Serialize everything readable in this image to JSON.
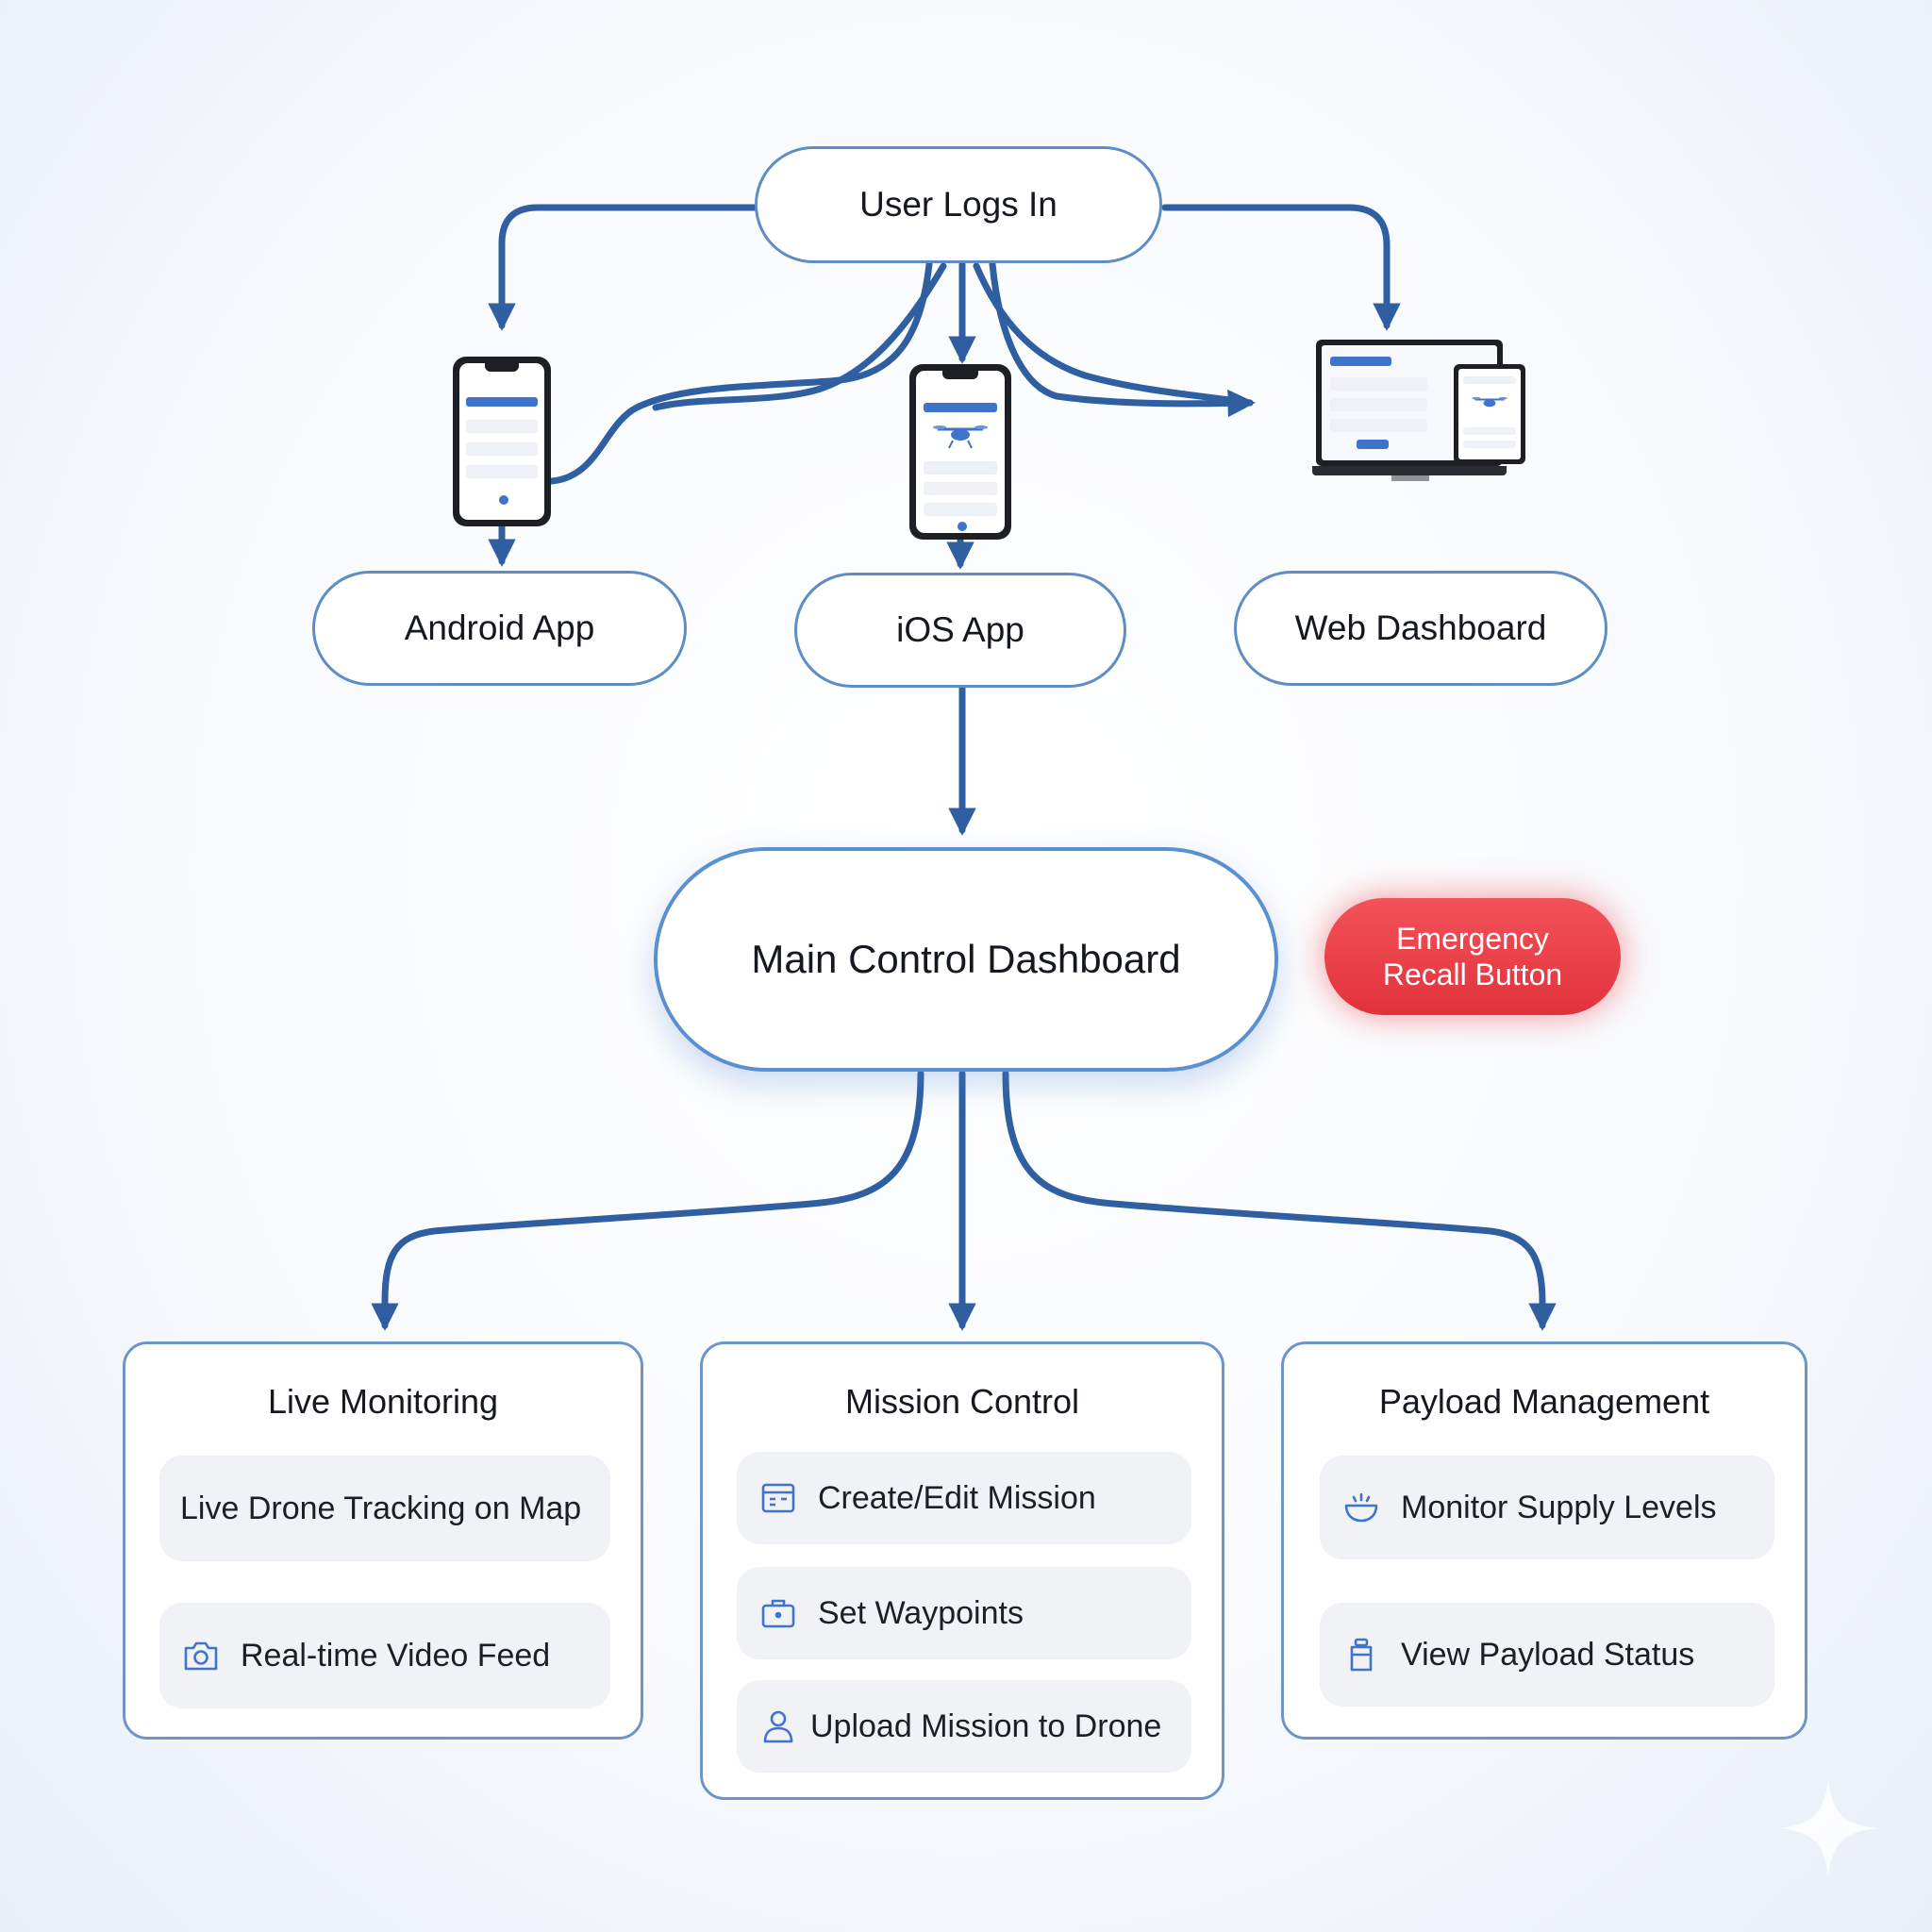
{
  "nodes": {
    "login": "User Logs In",
    "android": "Android App",
    "ios": "iOS App",
    "web": "Web Dashboard",
    "main": "Main Control Dashboard",
    "emergency_line1": "Emergency",
    "emergency_line2": "Recall Button"
  },
  "modules": [
    {
      "title": "Live Monitoring",
      "items": [
        {
          "label": "Live Drone Tracking on Map",
          "icon": "none"
        },
        {
          "label": "Real-time Video Feed",
          "icon": "camera-icon"
        }
      ]
    },
    {
      "title": "Mission Control",
      "items": [
        {
          "label": "Create/Edit Mission",
          "icon": "calendar-icon"
        },
        {
          "label": "Set Waypoints",
          "icon": "briefcase-icon"
        },
        {
          "label": "Upload Mission to Drone",
          "icon": "user-icon"
        }
      ]
    },
    {
      "title": "Payload Management",
      "items": [
        {
          "label": "Monitor Supply Levels",
          "icon": "supply-bowl-icon"
        },
        {
          "label": "View Payload Status",
          "icon": "container-icon"
        }
      ]
    }
  ],
  "colors": {
    "connector": "#2f5fa0",
    "node_border": "#5e8cc4",
    "emergency": "#e8343f",
    "accent_blue": "#3f73cc"
  }
}
